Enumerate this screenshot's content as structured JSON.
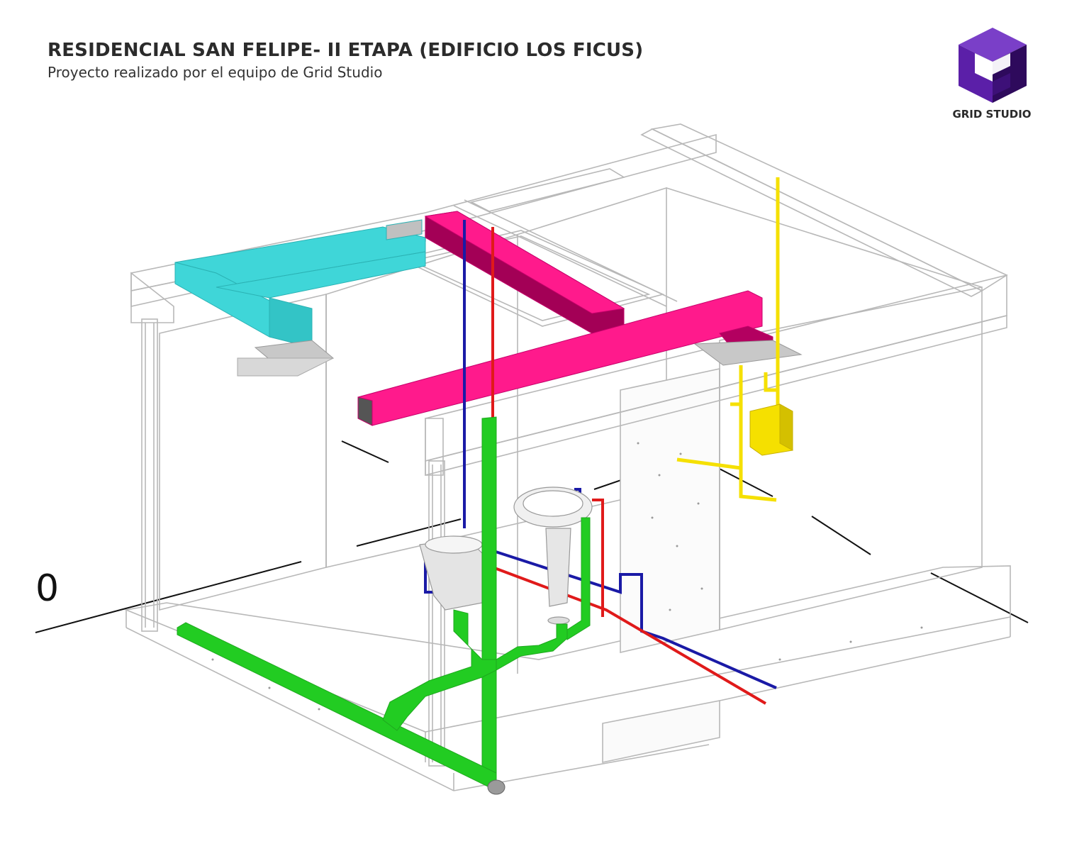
{
  "header": {
    "title": "RESIDENCIAL SAN FELIPE- II ETAPA (EDIFICIO LOS FICUS)",
    "subtitle": "Proyecto realizado por el equipo de Grid Studio"
  },
  "logo": {
    "label": "GRID STUDIO",
    "icon": "cube-logo-icon",
    "colors": {
      "top": "#7a3fc8",
      "left": "#5b1fa8",
      "right": "#2e0a5c"
    }
  },
  "model": {
    "grid_marker": "0",
    "systems": {
      "hvac_supply_duct": "#3fd6d8",
      "hvac_return_duct": "#ff1a8c",
      "drainage_pipe": "#22cc22",
      "cold_water_pipe": "#1a1aa6",
      "hot_water_pipe": "#e01a1a",
      "gas_pipe": "#f5e000",
      "structure_lines": "#b8b8b8"
    }
  }
}
